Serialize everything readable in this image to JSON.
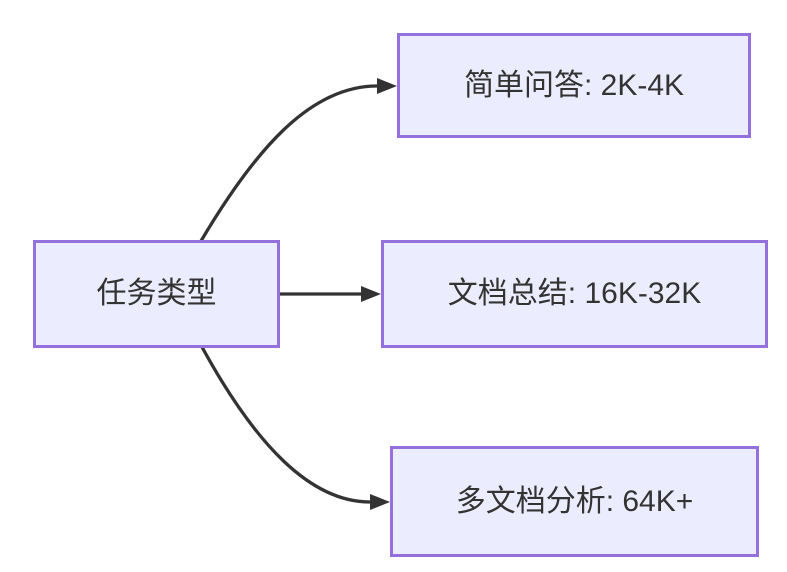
{
  "diagram": {
    "title": "context-length-by-task-type-flowchart",
    "root": {
      "id": "task-type",
      "label": "任务类型"
    },
    "children": [
      {
        "id": "simple-qa",
        "label": "简单问答: 2K-4K"
      },
      {
        "id": "doc-summary",
        "label": "文档总结: 16K-32K"
      },
      {
        "id": "multi-doc",
        "label": "多文档分析: 64K+"
      }
    ],
    "edges": [
      {
        "from": "task-type",
        "to": "simple-qa"
      },
      {
        "from": "task-type",
        "to": "doc-summary"
      },
      {
        "from": "task-type",
        "to": "multi-doc"
      }
    ],
    "colors": {
      "node_fill": "#ECECFF",
      "node_border": "#9370DB",
      "edge": "#333333",
      "text": "#333333",
      "background": "#FFFFFF"
    }
  }
}
